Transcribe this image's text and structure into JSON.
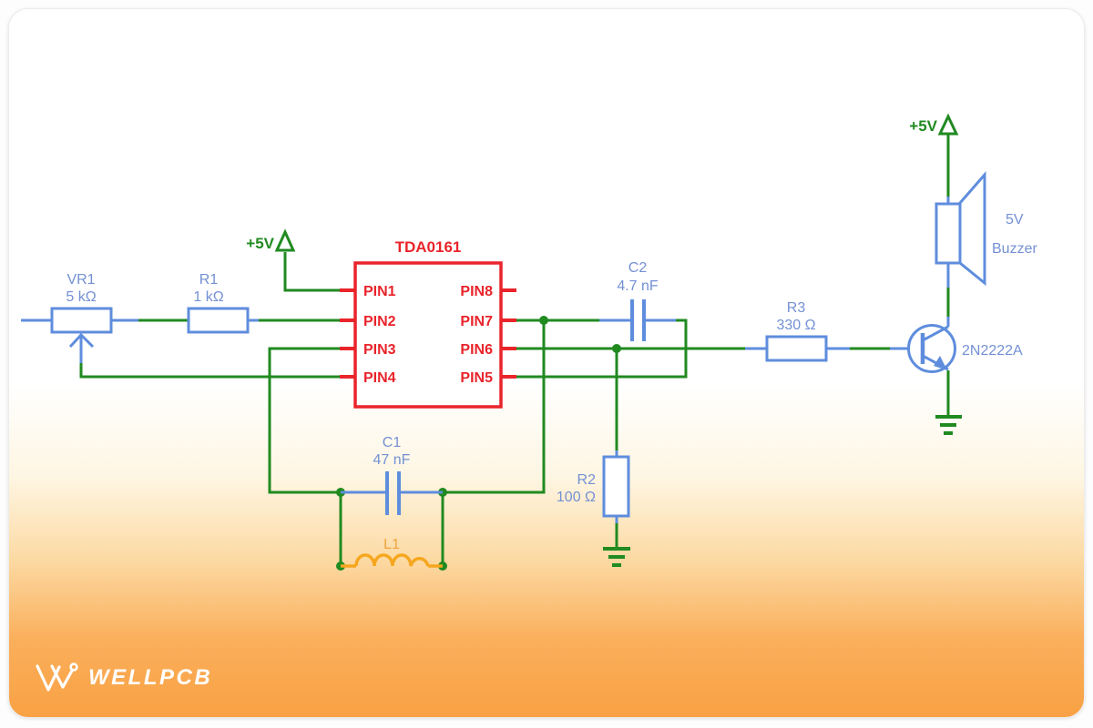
{
  "branding": {
    "logo_text": "WELLPCB"
  },
  "power": {
    "left_label": "+5V",
    "right_label": "+5V"
  },
  "ic": {
    "name": "TDA0161",
    "pins_left": [
      "PIN1",
      "PIN2",
      "PIN3",
      "PIN4"
    ],
    "pins_right": [
      "PIN8",
      "PIN7",
      "PIN6",
      "PIN5"
    ]
  },
  "components": {
    "vr1": {
      "ref": "VR1",
      "value": "5 kΩ"
    },
    "r1": {
      "ref": "R1",
      "value": "1 kΩ"
    },
    "r2": {
      "ref": "R2",
      "value": "100 Ω"
    },
    "r3": {
      "ref": "R3",
      "value": "330 Ω"
    },
    "c1": {
      "ref": "C1",
      "value": "47 nF"
    },
    "c2": {
      "ref": "C2",
      "value": "4.7 nF"
    },
    "l1": {
      "ref": "L1"
    },
    "q1": {
      "ref": "2N2222A"
    },
    "buzzer": {
      "rating": "5V",
      "name": "Buzzer"
    }
  },
  "colors": {
    "wire_green": "#218a21",
    "component_blue": "#5f8ddd",
    "label_blue": "#7490d4",
    "ic_red": "#e9242b",
    "inductor_orange": "#f6a71f",
    "card_bottom_orange": "#f9a144",
    "logo_white": "#ffffff"
  }
}
